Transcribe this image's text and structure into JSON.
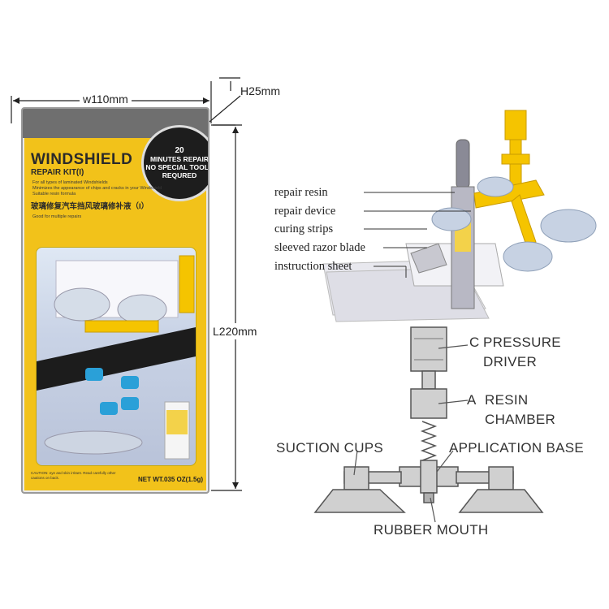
{
  "dimensions": {
    "width": "w110mm",
    "height": "H25mm",
    "length": "L220mm"
  },
  "package": {
    "title": "WINDSHIELD",
    "subtitle": "REPAIR KIT(I)",
    "badge_lines": [
      "20",
      "MINUTES REPAIR",
      "NO SPECIAL TOOLS",
      "REQURED"
    ],
    "chinese_title": "玻璃修复汽车挡风玻璃修补液（I）",
    "net_weight": "NET WT.035 OZ(1.5g)",
    "caution": "CAUTION: eye and skin irritant. Read carefully other cautions on back.",
    "bullets": [
      "For all types of laminated Windshields",
      "Minimizes the appearance of chips and cracks in your Windshield",
      "Suitable resin formula",
      "Good for multiple repairs"
    ]
  },
  "parts_labels": [
    "repair resin",
    "repair device",
    "curing strips",
    "sleeved razor blade",
    "instruction sheet"
  ],
  "diagram_labels": {
    "c_letter": "C",
    "pressure_driver_line1": "PRESSURE",
    "pressure_driver_line2": "DRIVER",
    "a_letter": "A",
    "resin_chamber_line1": "RESIN",
    "resin_chamber_line2": "CHAMBER",
    "suction_cups": "SUCTION CUPS",
    "application_base": "APPLICATION BASE",
    "rubber_mouth": "RUBBER MOUTH"
  },
  "colors": {
    "package_yellow": "#f2c21a",
    "device_yellow": "#f5c400",
    "diagram_gray": "#d0d0d0",
    "diagram_stroke": "#555555"
  }
}
